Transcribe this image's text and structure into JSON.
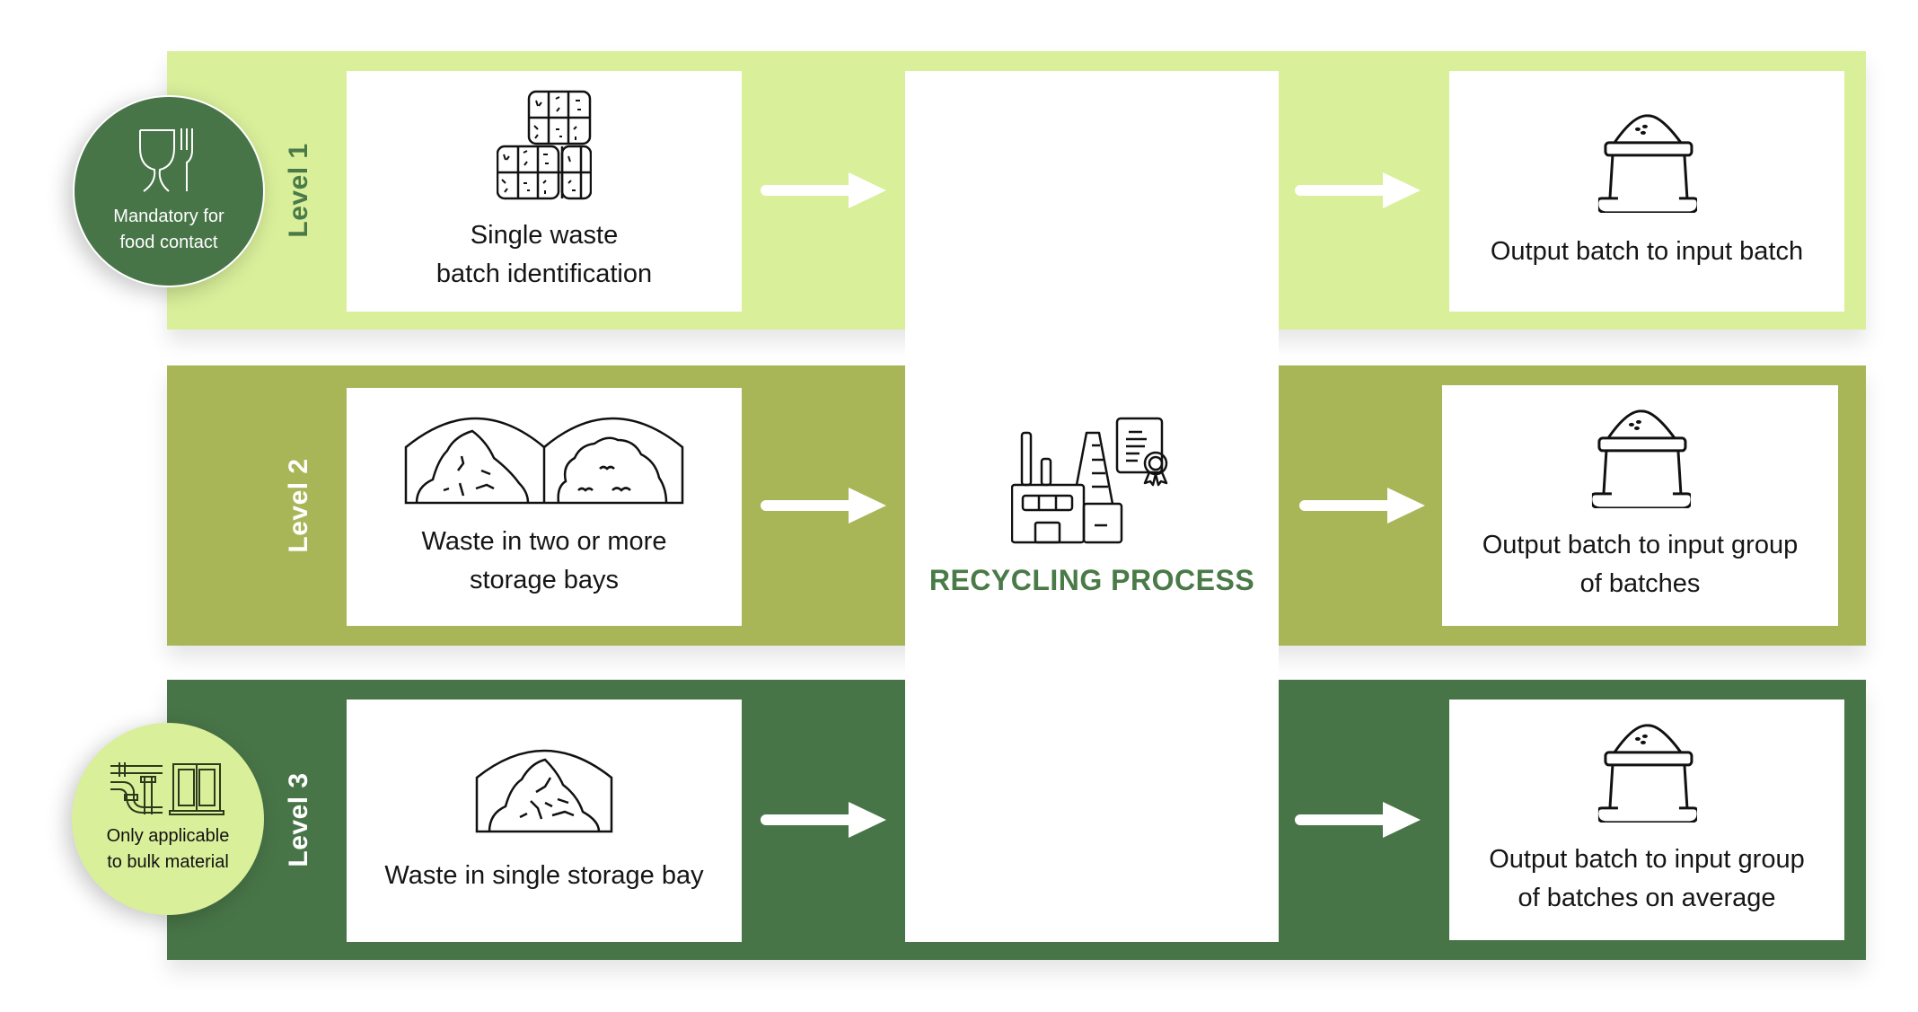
{
  "diagram": {
    "title": "RECYCLING PROCESS",
    "colors": {
      "level1": "#d9ef9a",
      "level2": "#a8b657",
      "level3": "#487548",
      "accent_text": "#4a7a48",
      "box": "#ffffff"
    },
    "levels": [
      {
        "label": "Level 1",
        "input": {
          "icon": "waste-bales-icon",
          "text": "Single waste\nbatch identification"
        },
        "output": {
          "icon": "sack-icon",
          "text": "Output batch to input batch"
        },
        "badge": {
          "icon": "food-contact-icon",
          "text": "Mandatory for\nfood contact"
        }
      },
      {
        "label": "Level 2",
        "input": {
          "icon": "two-storage-bays-icon",
          "text": "Waste in two or more\nstorage bays"
        },
        "output": {
          "icon": "sack-icon",
          "text": "Output batch to input group\nof batches"
        }
      },
      {
        "label": "Level 3",
        "input": {
          "icon": "single-storage-bay-icon",
          "text": "Waste in single storage bay"
        },
        "output": {
          "icon": "sack-icon",
          "text": "Output batch to input group\nof batches on average"
        },
        "badge": {
          "icon": "pipes-and-window-icon",
          "text": "Only applicable\nto bulk material"
        }
      }
    ],
    "center": {
      "icon": "factory-certificate-icon",
      "title": "RECYCLING PROCESS"
    }
  }
}
